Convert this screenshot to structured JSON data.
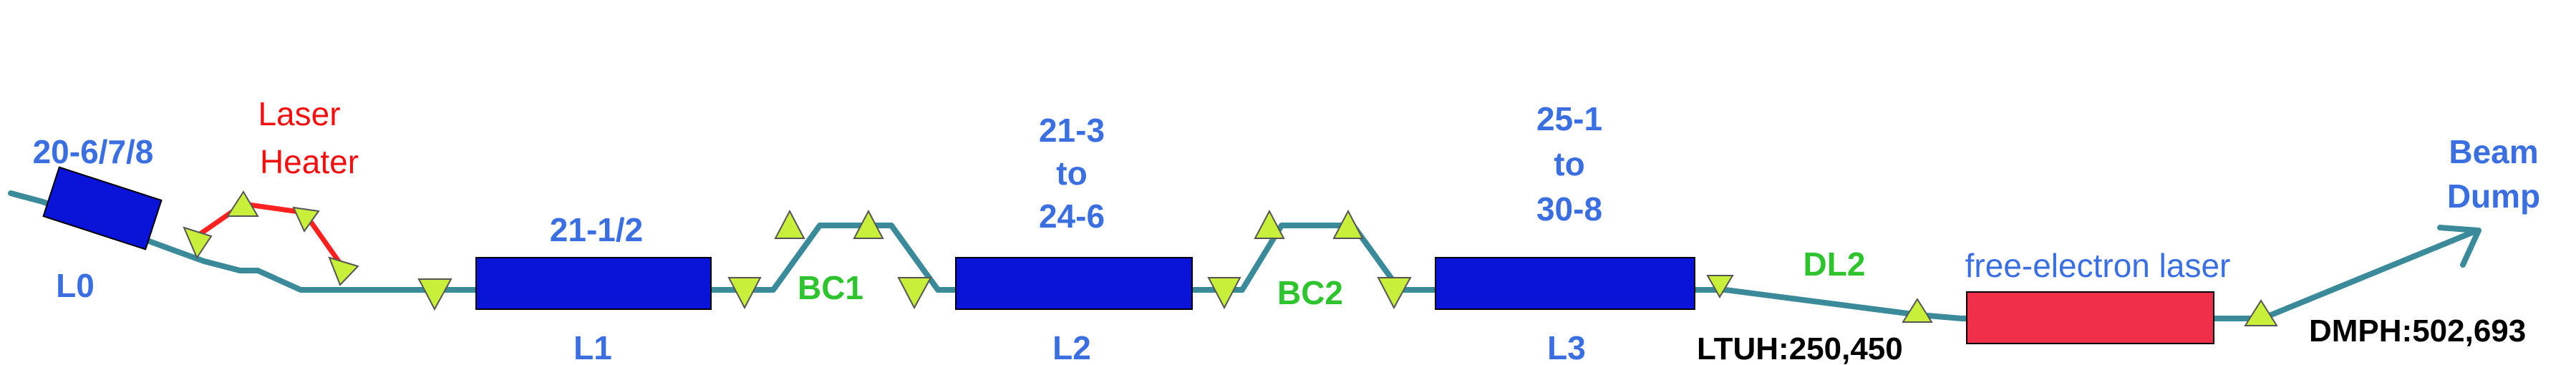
{
  "colors": {
    "beamline": "#3a8a9a",
    "linac_block": "#0a14d8",
    "undulator": "#f0304a",
    "magnet_triangle": "#c8f03a",
    "laser_heater_line": "#ff2020",
    "label_blue": "#3b6fe0",
    "label_green": "#2fc32f",
    "label_red": "#f01010",
    "label_black": "#000000"
  },
  "labels": {
    "l0_top": "20-6/7/8",
    "l0": "L0",
    "laser": "Laser",
    "heater": "Heater",
    "l1_top": "21-1/2",
    "l1": "L1",
    "bc1": "BC1",
    "l2_top_1": "21-3",
    "l2_top_2": "to",
    "l2_top_3": "24-6",
    "l2": "L2",
    "bc2": "BC2",
    "l3_top_1": "25-1",
    "l3_top_2": "to",
    "l3_top_3": "30-8",
    "l3": "L3",
    "dl2": "DL2",
    "fel": "free-electron laser",
    "ltuh": "LTUH:250,450",
    "dmph": "DMPH:502,693",
    "beam": "Beam",
    "dump": "Dump"
  },
  "icons": {
    "magnet": "triangle-icon",
    "beam_end": "arrow-icon"
  }
}
